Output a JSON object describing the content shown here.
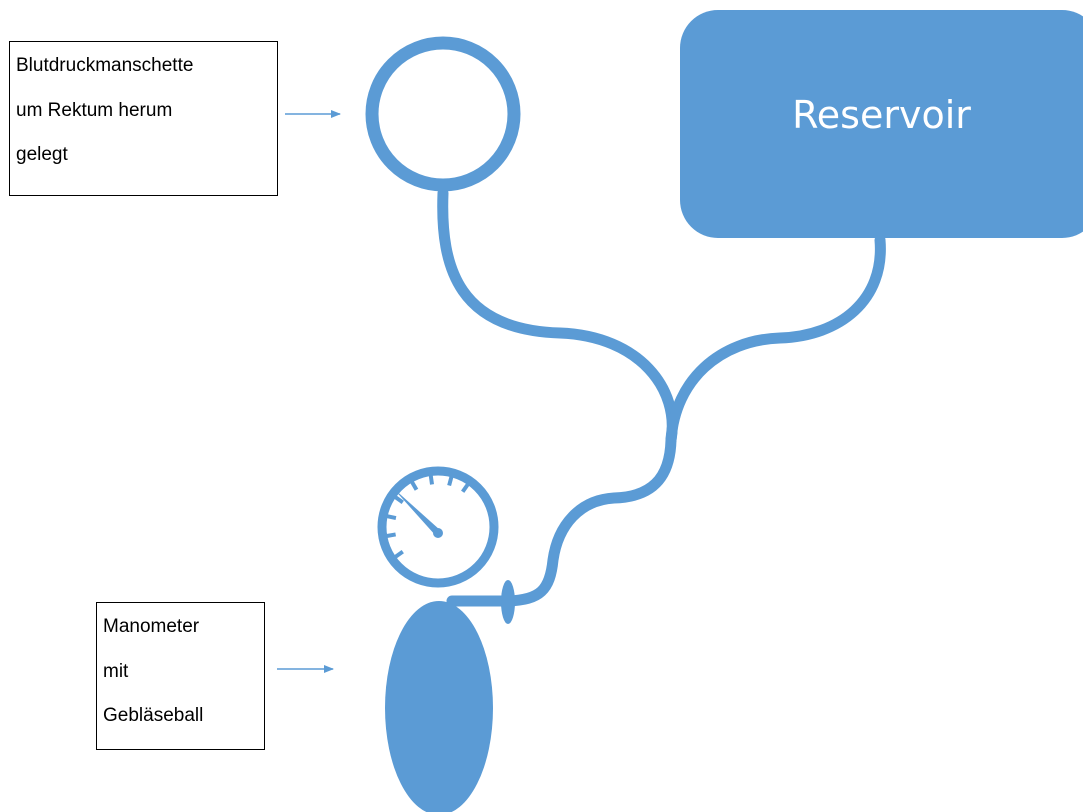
{
  "colors": {
    "tube": "#5b9bd5",
    "arrow": "#5b9bd5",
    "label_border": "#000000",
    "label_text": "#000000",
    "reservoir_text": "#ffffff"
  },
  "labels": {
    "cuff": [
      "Blutdruckmanschette",
      "um Rektum herum",
      "gelegt"
    ],
    "manometer": [
      "Manometer",
      "mit",
      "Gebläseball"
    ]
  },
  "reservoir": {
    "label": "Reservoir"
  },
  "icons": {
    "cuff": "ring-icon",
    "gauge": "pressure-gauge-icon",
    "bulb": "inflation-bulb-icon"
  }
}
